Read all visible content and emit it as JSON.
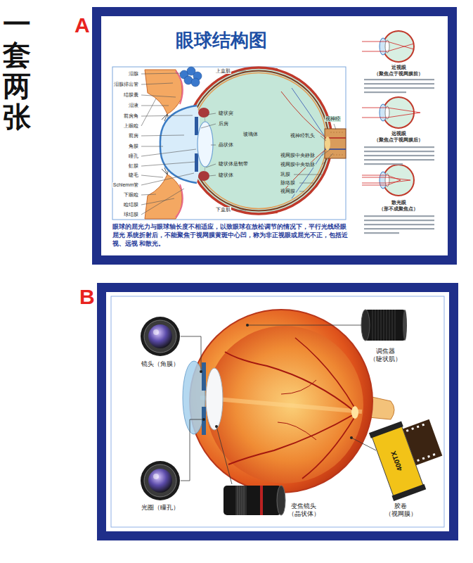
{
  "diagram": {
    "title": "一套两张",
    "nodes": [
      {
        "text": [
          "A",
          "眼球结构图",
          "眼球的屈光力与眼球轴长度不相适应，以致眼球在放松调节的情况下，平行光线经眼屈光 系统折射后，不能聚焦于视网膜黄斑中心凹，称为非正视眼或屈光不正，包括近视、远视 和散光。"
        ]
      },
      {
        "text": [
          "B"
        ]
      }
    ],
    "labels": [
      "泪腺",
      "泪腺排出管",
      "结膜囊",
      "泪液",
      "前房角",
      "上眼睑",
      "前房",
      "角膜",
      "瞳孔",
      "虹膜",
      "睫毛",
      "Schlemm管",
      "下眼睑",
      "睑结膜",
      "球结膜",
      "上直肌",
      "睫状突",
      "后房",
      "玻璃体",
      "晶状体",
      "视神经乳头",
      "视神经",
      "睫状体悬韧带",
      "睫状体",
      "视网膜中央静脉",
      "视网膜中央动脉",
      "巩膜",
      "脉络膜",
      "视网膜",
      "下直肌",
      "近视眼",
      "（聚焦点于视网膜前）",
      "远视眼",
      "（聚焦点于视网膜后）",
      "散光眼",
      "（形不成聚焦点）",
      "镜头（角膜）",
      "光圈（瞳孔）",
      "变焦镜头 （晶状体）",
      "调焦器 （睫状肌）",
      "胶卷 （视网膜）",
      "400TX"
    ]
  }
}
